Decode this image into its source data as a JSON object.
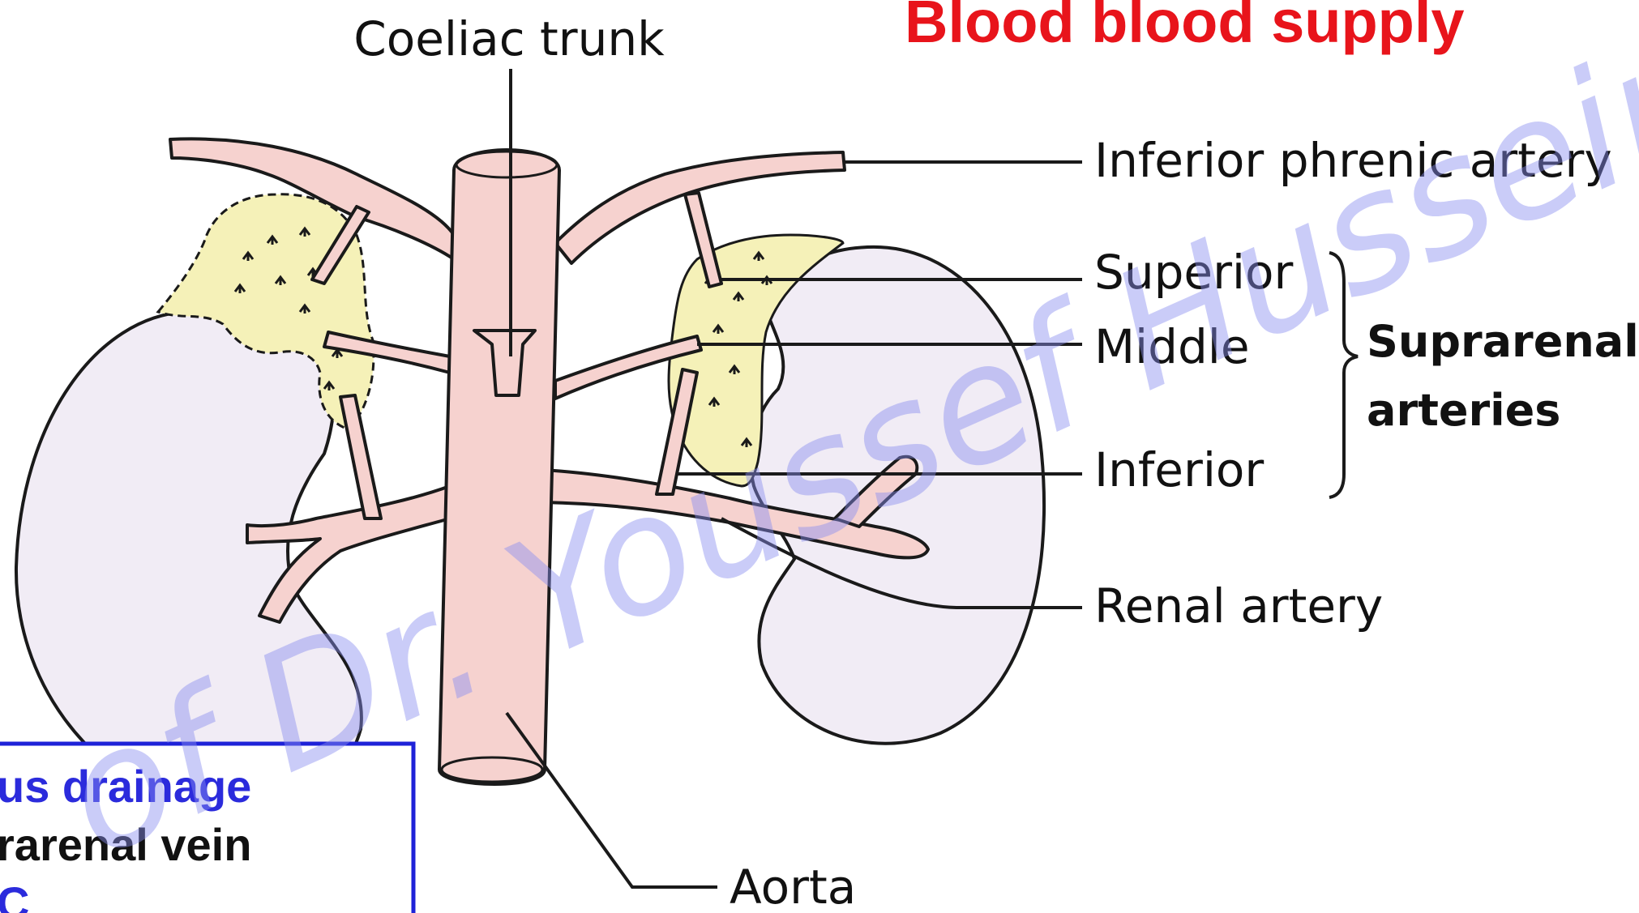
{
  "title": "Blood blood supply",
  "labels": {
    "coeliac_trunk": "Coeliac trunk",
    "inferior_phrenic_artery": "Inferior phrenic artery",
    "superior": "Superior",
    "middle": "Middle",
    "inferior": "Inferior",
    "suprarenal_line1": "Suprarenal",
    "suprarenal_line2": "arteries",
    "renal_artery": "Renal artery",
    "aorta": "Aorta"
  },
  "note_box": {
    "line1": "us drainage",
    "line2": "rarenal vein",
    "line3": "C"
  },
  "watermark": "of Dr. Youssef Hussein",
  "colors": {
    "title": "#e8141b",
    "note_blue": "#2b2bdc",
    "note_black": "#111111",
    "box_border": "#1e22d8",
    "watermark": "#8a8ef0",
    "kidney_fill": "#f1ecf5",
    "gland_fill": "#f5f1b8",
    "artery_fill": "#f6d2cf",
    "outline": "#1a1a1a"
  }
}
